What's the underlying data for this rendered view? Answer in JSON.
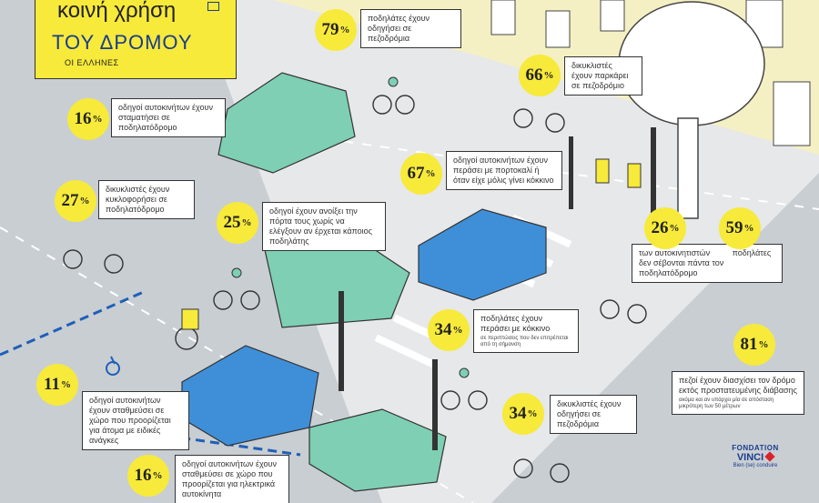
{
  "header": {
    "title_line1": "κοινή χρήση",
    "title_line2": "ΤΟΥ ΔΡΟΜΟΥ",
    "subtitle": "ΟΙ ΕΛΛΗΝΕΣ"
  },
  "stats": [
    {
      "value": "79",
      "unit": "%",
      "text": "ποδηλάτες έχουν οδηγήσει σε πεζοδρόμια"
    },
    {
      "value": "66",
      "unit": "%",
      "text": "δικυκλιστές έχουν παρκάρει σε πεζοδρόμιο"
    },
    {
      "value": "16",
      "unit": "%",
      "text": "οδηγοί αυτοκινήτων έχουν σταματήσει σε ποδηλατόδρομο"
    },
    {
      "value": "67",
      "unit": "%",
      "text": "οδηγοί αυτοκινήτων έχουν περάσει με πορτοκαλί ή όταν είχε μόλις γίνει κόκκινο"
    },
    {
      "value": "27",
      "unit": "%",
      "text": "δικυκλιστές έχουν κυκλοφορήσει σε ποδηλατόδρομο"
    },
    {
      "value": "25",
      "unit": "%",
      "text": "οδηγοί έχουν ανοίξει την πόρτα τους χωρίς να ελέγξουν αν έρχεται κάποιος ποδηλάτης"
    },
    {
      "value": "26",
      "unit": "%",
      "text": "των αυτοκινητιστών"
    },
    {
      "value": "59",
      "unit": "%",
      "text": "ποδηλάτες"
    },
    {
      "value": "34",
      "unit": "%",
      "text": "ποδηλάτες έχουν περάσει με κόκκινο",
      "note": "σε περιπτώσεις που δεν επιτρέπεται από τη σήμανση"
    },
    {
      "value": "81",
      "unit": "%",
      "text": "πεζοί έχουν διασχίσει τον δρόμο εκτός προστατευμένης διάβασης",
      "note": "ακόμα και αν υπάρχει μία σε απόσταση μικρότερη των 50 μέτρων"
    },
    {
      "value": "11",
      "unit": "%",
      "text": "οδηγοί αυτοκινήτων έχουν σταθμεύσει σε χώρο που προορίζεται για άτομα με ειδικές ανάγκες"
    },
    {
      "value": "34",
      "unit": "%",
      "text": "δικυκλιστές έχουν οδηγήσει σε πεζοδρόμια"
    },
    {
      "value": "16",
      "unit": "%",
      "text": "οδηγοί αυτοκινήτων έχουν σταθμεύσει σε χώρο που προορίζεται για ηλεκτρικά αυτοκίνητα"
    }
  ],
  "shared_text": "δεν σέβονται πάντα τον ποδηλατόδρομο",
  "logo": {
    "line1": "FONDATION",
    "line2": "VINCI",
    "line3": "Bien (se) conduire"
  },
  "colors": {
    "accent_yellow": "#f7ea3a",
    "car_teal": "#7ecfb3",
    "car_blue": "#3f8fd8",
    "building": "#f4f0c4",
    "road": "#c9ced3"
  }
}
